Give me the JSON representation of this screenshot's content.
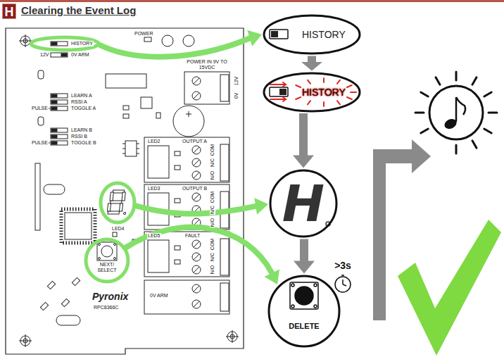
{
  "diagram": {
    "title": "Clearing the Event Log",
    "nodes": [
      {
        "text": [
          "HISTORY"
        ]
      },
      {
        "text": [
          "HISTORY"
        ]
      },
      {
        "text": [
          "H"
        ]
      },
      {
        "text": [
          "DELETE"
        ]
      }
    ],
    "edges": [
      {
        "from": 0,
        "to": 1,
        "arrow": "to"
      },
      {
        "from": 1,
        "to": 2,
        "arrow": "to"
      },
      {
        "from": 2,
        "to": 3,
        "arrow": "to"
      }
    ],
    "labels": [
      "H",
      "POWER",
      "HISTORY",
      "12V",
      "0V ARM",
      "POWER IN 9V TO 15VDC",
      "12V",
      "0V",
      "LEARN A",
      "RSSI A",
      "PULSE",
      "TOGGLE A",
      "LEARN B",
      "RSSI B",
      "PULSE",
      "TOGGLE B",
      "LED2",
      "OUTPUT A",
      "COM",
      "N/C",
      "N/O",
      "LED3",
      "OUTPUT B",
      "COM",
      "N/C",
      "N/O",
      "LED5",
      "FAULT",
      "COM",
      "N/C",
      "N/O",
      "0V ARM",
      "LED4",
      "NEXT/ SELECT",
      "Pyronix",
      "RPC8366C",
      ">3s"
    ]
  }
}
